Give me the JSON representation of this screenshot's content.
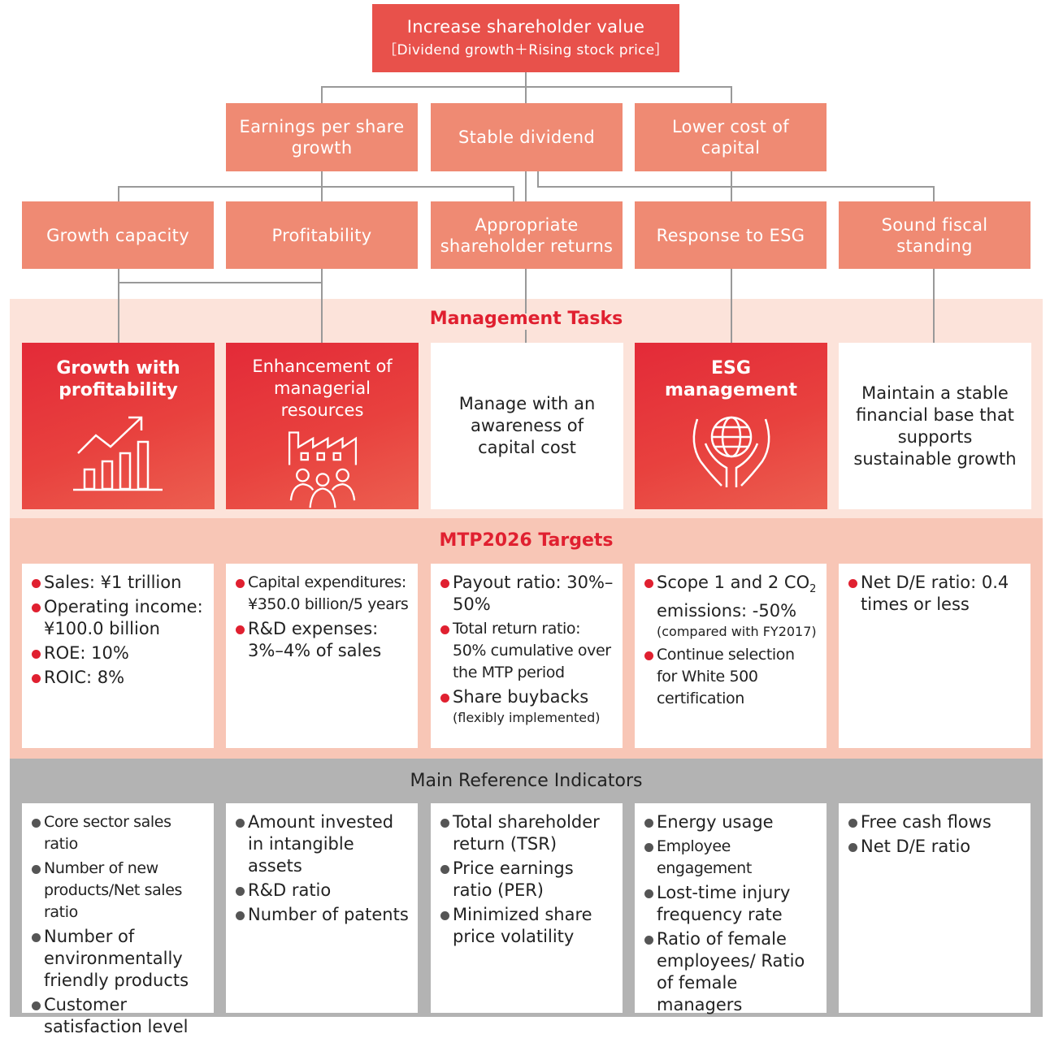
{
  "top": {
    "title": "Increase shareholder value",
    "subtitle": "［Dividend growth＋Rising stock price］"
  },
  "level2": [
    "Earnings per share growth",
    "Stable dividend",
    "Lower cost of capital"
  ],
  "level3": [
    "Growth capacity",
    "Profitability",
    "Appropriate shareholder returns",
    "Response to ESG",
    "Sound fiscal standing"
  ],
  "management_tasks": {
    "title": "Management Tasks",
    "tasks": [
      {
        "label": "Growth with profitability",
        "icon": "growth-chart-icon"
      },
      {
        "label": "Enhancement of managerial resources",
        "icon": "factory-people-icon"
      },
      {
        "label": "Manage with an awareness of capital cost"
      },
      {
        "label": "ESG management",
        "icon": "globe-hands-icon"
      },
      {
        "label": "Maintain a stable financial base that supports sustainable growth"
      }
    ]
  },
  "targets": {
    "title": "MTP2026 Targets",
    "col1": [
      "Sales: ¥1 trillion",
      "Operating income: ¥100.0 billion",
      "ROE: 10%",
      "ROIC: 8%"
    ],
    "col2": [
      "Capital expenditures: ¥350.0 billion/5 years",
      "R&D expenses: 3%–4% of sales"
    ],
    "col3": [
      {
        "text": "Payout ratio: 30%–50%"
      },
      {
        "text": "Total return ratio: 50% cumulative over the MTP period"
      },
      {
        "text": "Share buybacks",
        "note": "(flexibly implemented)"
      }
    ],
    "col4": [
      {
        "text_a": "Scope 1 and 2 CO",
        "sub": "2",
        "text_b": " emissions: -50%",
        "note": "(compared with FY2017)"
      },
      {
        "text": "Continue selection for White 500 certification"
      }
    ],
    "col5": [
      "Net D/E ratio: 0.4 times or less"
    ]
  },
  "indicators": {
    "title": "Main Reference Indicators",
    "col1": [
      "Core sector sales ratio",
      "Number of new products/Net sales ratio",
      "Number of environmentally friendly products",
      "Customer satisfaction level"
    ],
    "col2": [
      "Amount invested in intangible assets",
      "R&D ratio",
      "Number of patents"
    ],
    "col3": [
      "Total shareholder return (TSR)",
      "Price earnings ratio (PER)",
      "Minimized share price volatility"
    ],
    "col4": [
      "Energy usage",
      "Employee engagement",
      "Lost-time injury frequency rate",
      "Ratio of female employees/ Ratio of female managers"
    ],
    "col5": [
      "Free cash flows",
      "Net D/E ratio"
    ]
  },
  "colors": {
    "top_box": "#e8514b",
    "salmon_box": "#ef8a73",
    "accent_red": "#e02030",
    "tasks_band": "#fce3da",
    "targets_band": "#f8c6b6",
    "indicators_band": "#b3b3b3"
  }
}
